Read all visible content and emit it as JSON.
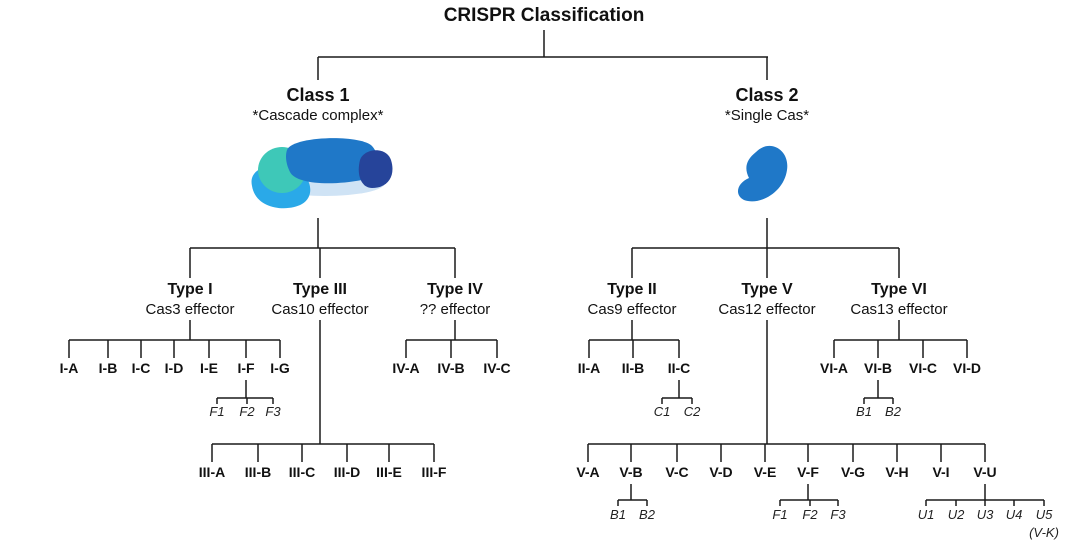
{
  "title": "CRISPR Classification",
  "class1": {
    "name": "Class 1",
    "subtitle": "*Cascade complex*",
    "types": [
      {
        "name": "Type I",
        "effector": "Cas3 effector",
        "subtypes": [
          "I-A",
          "I-B",
          "I-C",
          "I-D",
          "I-E",
          "I-F",
          "I-G"
        ],
        "variants": [
          "F1",
          "F2",
          "F3"
        ]
      },
      {
        "name": "Type III",
        "effector": "Cas10 effector",
        "subtypes": [
          "III-A",
          "III-B",
          "III-C",
          "III-D",
          "III-E",
          "III-F"
        ]
      },
      {
        "name": "Type IV",
        "effector": "?? effector",
        "subtypes": [
          "IV-A",
          "IV-B",
          "IV-C"
        ]
      }
    ]
  },
  "class2": {
    "name": "Class 2",
    "subtitle": "*Single Cas*",
    "types": [
      {
        "name": "Type II",
        "effector": "Cas9 effector",
        "subtypes": [
          "II-A",
          "II-B",
          "II-C"
        ],
        "variants": [
          "C1",
          "C2"
        ]
      },
      {
        "name": "Type V",
        "effector": "Cas12 effector",
        "subtypes": [
          "V-A",
          "V-B",
          "V-C",
          "V-D",
          "V-E",
          "V-F",
          "V-G",
          "V-H",
          "V-I",
          "V-U"
        ],
        "variants_b": [
          "B1",
          "B2"
        ],
        "variants_f": [
          "F1",
          "F2",
          "F3"
        ],
        "variants_u": [
          "U1",
          "U2",
          "U3",
          "U4",
          "U5"
        ],
        "u5_note": "(V-K)"
      },
      {
        "name": "Type VI",
        "effector": "Cas13 effector",
        "subtypes": [
          "VI-A",
          "VI-B",
          "VI-C",
          "VI-D"
        ],
        "variants": [
          "B1",
          "B2"
        ]
      }
    ]
  },
  "colors": {
    "line": "#1a1a1a",
    "protein_blue": "#1f78c8",
    "protein_teal": "#3ec8b8",
    "protein_sky": "#2aa9e8",
    "protein_navy": "#26449a",
    "protein_light": "#cfe3f5"
  }
}
